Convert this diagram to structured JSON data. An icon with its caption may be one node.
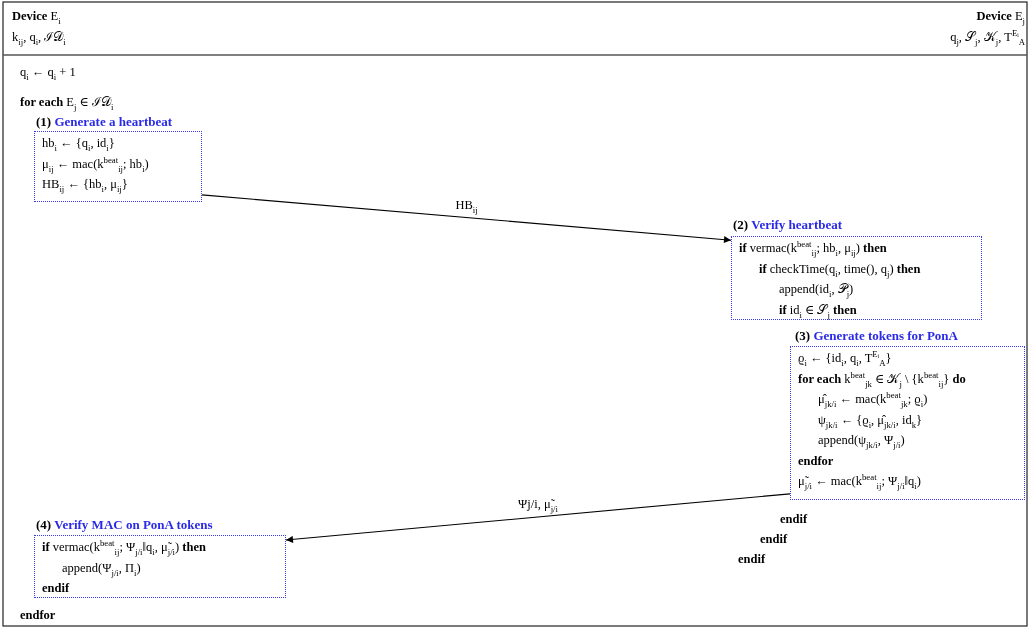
{
  "diagram": {
    "nodes": [
      {
        "text": [
          "**(1)** Generate a heartbeat",
          "hb$_{i}$ ← {q$_{i}$, id$_{i}$}",
          "μ$_{ij}$ ← mac(k$^{beat}$$_{ij}$; hb$_{i}$)",
          "HB$_{ij}$ ← {hb$_{i}$, μ$_{ij}$}"
        ]
      },
      {
        "text": [
          "**(2)** Verify heartbeat",
          "**if** vermac(k$^{beat}$$_{ij}$; hb$_{i}$, μ$_{ij}$) **then**",
          "**if** checkTime(q$_{i}$, time(), q$_{j}$) **then**",
          "append(id$_{i}$, 𝒫$_{j}$)",
          "**if** id$_{i}$ ∈ 𝒮$_{j}$ **then**"
        ]
      },
      {
        "text": [
          "**(3)** Generate tokens for PonA",
          "ϱ$_{i}$ ← {id$_{i}$, q$_{i}$, T$^{Eᵢ}$$_{A}$}",
          "**for each** k$^{beat}$$_{jk}$ ∈ 𝒦$_{j}$ \\ {k$^{beat}$$_{ij}$} **do**",
          "μ̂$_{jk/i}$ ← mac(k$^{beat}$$_{jk}$; ϱ$_{i}$)",
          "ψ$_{jk/i}$ ← {ϱ$_{i}$, μ̂$_{jk/i}$, id$_{k}$}",
          "append(ψ$_{jk/i}$, Ψ$_{j/i}$)",
          "endfor",
          "μ̃$_{j/i}$ ← mac(k$^{beat}$$_{ij}$; Ψ$_{j/i}$‖q$_{i}$)"
        ]
      },
      {
        "text": [
          "**(4)** Verify MAC on PonA tokens",
          "**if** vermac(k$^{beat}$$_{ij}$; Ψ$_{j/i}$‖q$_{i}$, μ̃$_{j/i}$) **then**",
          "append(Ψ$_{j/i}$, Π$_{i}$)",
          "endif"
        ]
      }
    ],
    "edges": [
      {
        "from": 0,
        "to": 1,
        "arrow": "to",
        "label": "HB$_{ij}$"
      },
      {
        "from": 2,
        "to": 3,
        "arrow": "to",
        "label": "Ψj/i, μ̃$_{j/i}$"
      }
    ],
    "labels": [
      "**Device** E$_{i}$",
      "k$_{ij}$, q$_{i}$, ℐ𝒟$_{i}$",
      "**Device** E$_{j}$",
      "q$_{j}$, 𝒮$_{j}$, 𝒦$_{j}$, T$^{Eᵢ}$$_{A}$",
      "q$_{i}$ ← q$_{i}$ + 1",
      "**for each** E$_{j}$ ∈ ℐ𝒟$_{i}$",
      "endif",
      "endif",
      "endif",
      "endfor"
    ]
  }
}
